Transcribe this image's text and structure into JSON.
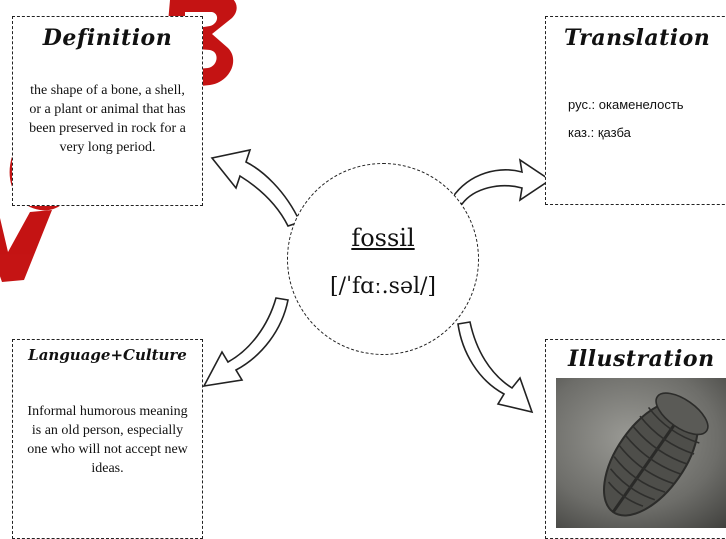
{
  "center": {
    "word": "fossil",
    "pronunciation": "[/ˈfɑː.səl/]"
  },
  "definition": {
    "title": "Definition",
    "text": "the shape of a bone, a shell, or a plant or animal that has been preserved in rock for a very long period."
  },
  "translation": {
    "title": "Translation",
    "ru": "рус.: окаменелость",
    "kz": "каз.: қазба"
  },
  "language_culture": {
    "title": "Language+Culture",
    "text": "Informal humorous meaning is an old person, especially one who will not accept new ideas."
  },
  "illustration": {
    "title": "Illustration",
    "image": "trilobite-fossil-photo"
  },
  "colors": {
    "watermark": "#c00000",
    "stroke": "#222222"
  }
}
